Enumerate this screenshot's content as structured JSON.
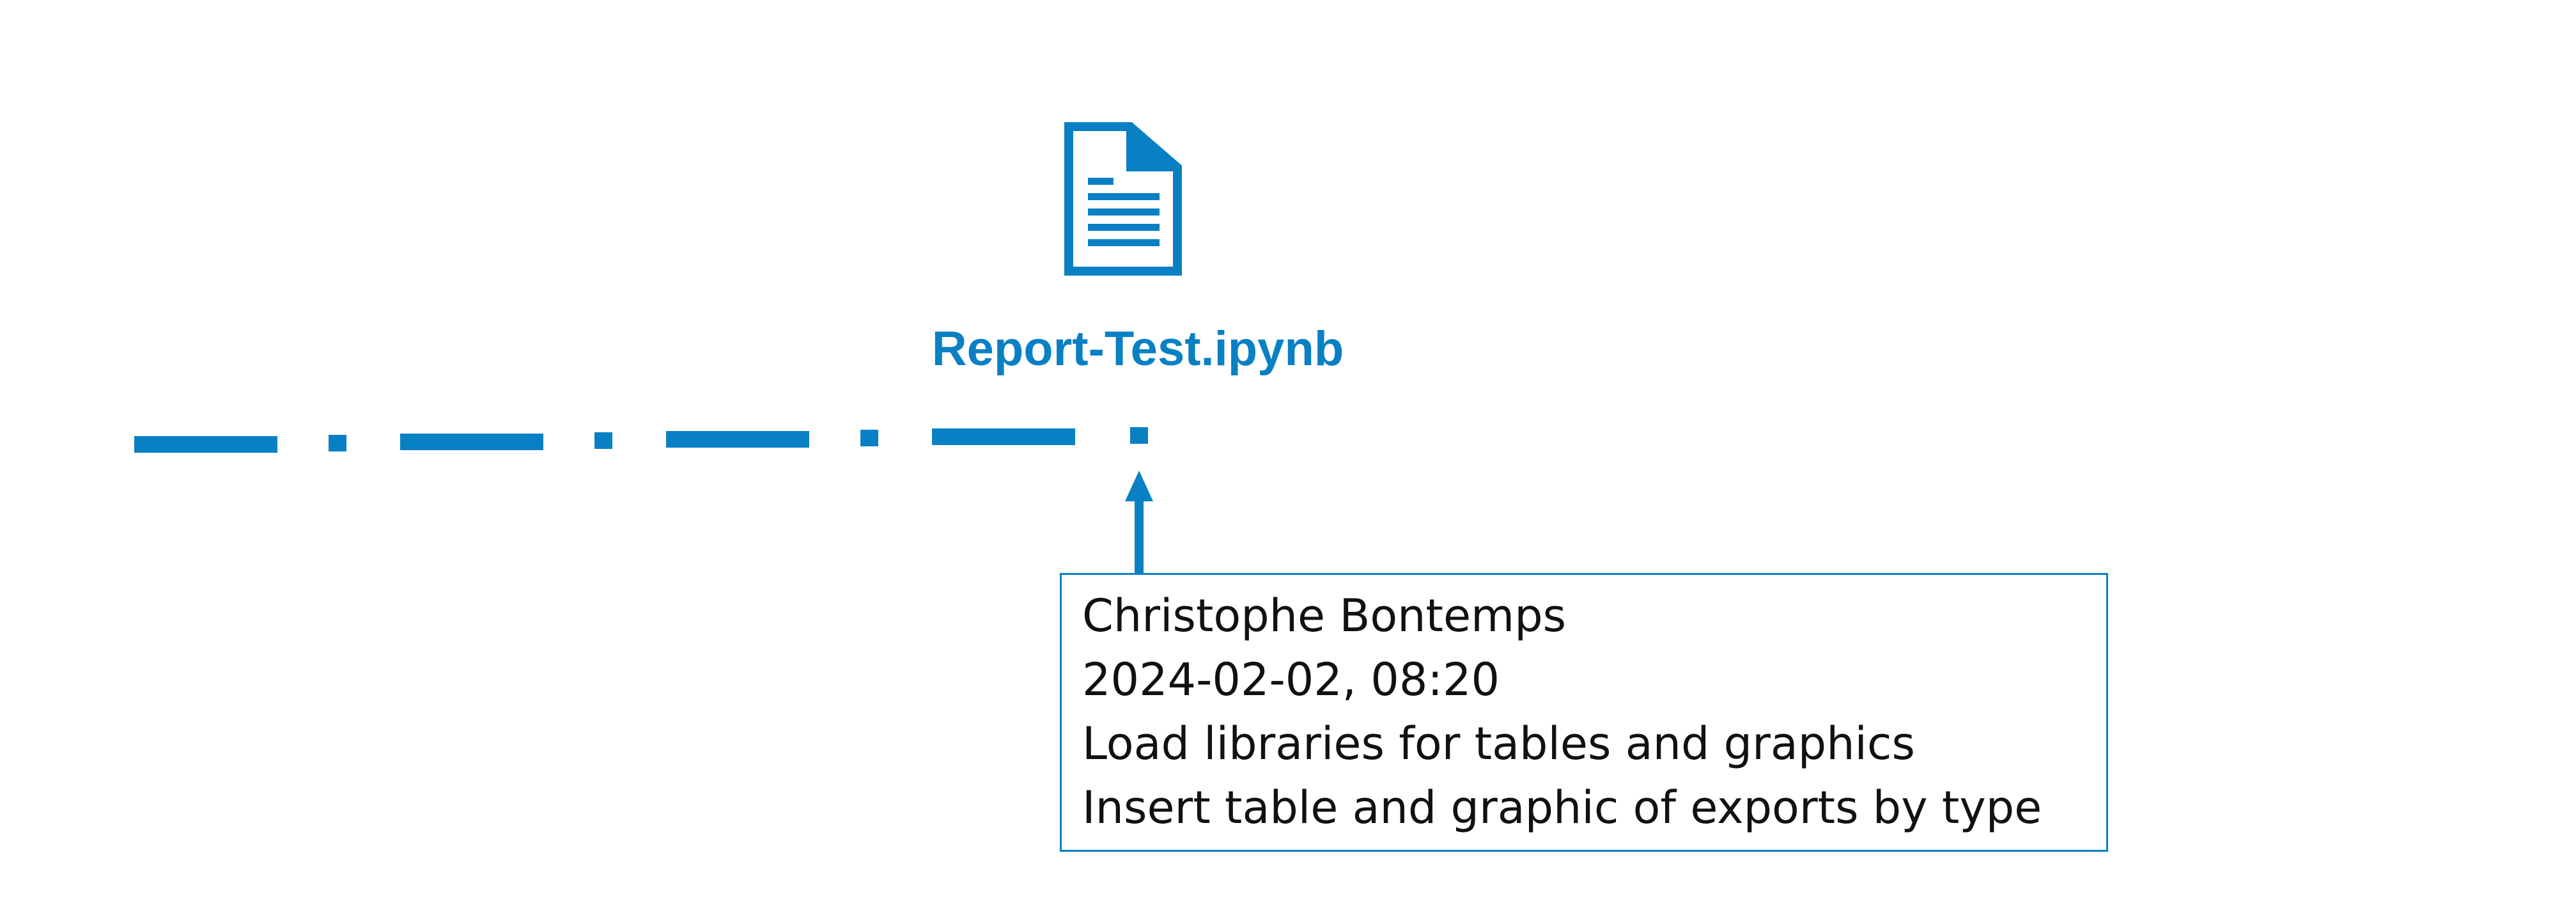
{
  "colors": {
    "accent": "#0a80c4",
    "text": "#111111",
    "background": "#ffffff"
  },
  "node": {
    "icon": "document-icon",
    "filename": "Report-Test.ipynb"
  },
  "note": {
    "author": "Christophe Bontemps",
    "timestamp": "2024-02-02, 08:20",
    "lines": [
      "Load libraries for tables and graphics",
      "Insert table and graphic of exports by type"
    ]
  }
}
